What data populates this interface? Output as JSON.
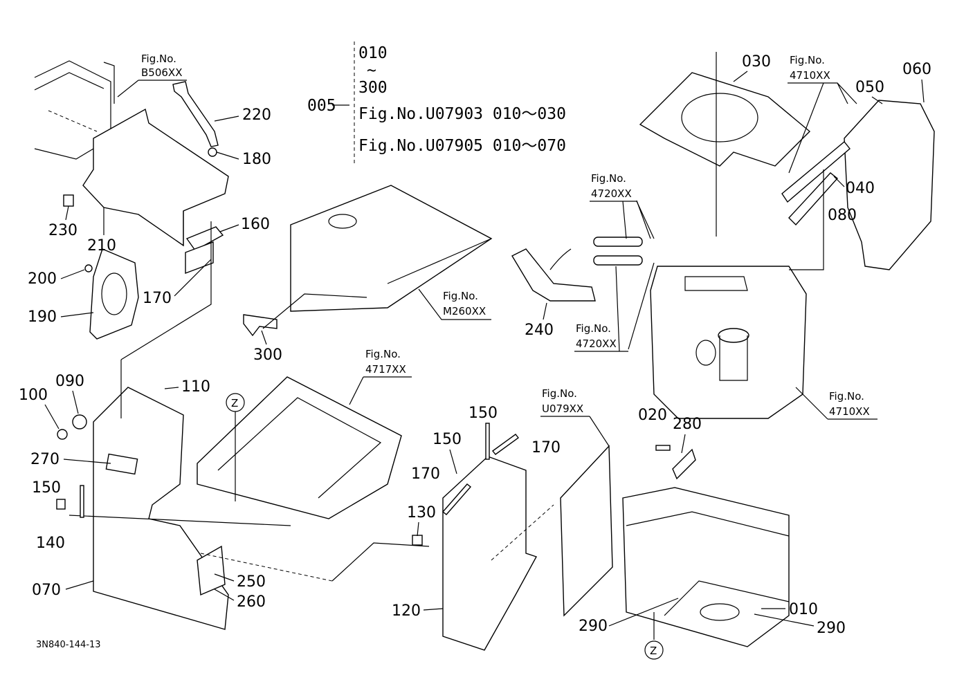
{
  "diagram": {
    "code": "3N840-144-13",
    "note": {
      "ref": "005",
      "range_from": "010",
      "range_sym": "~",
      "range_to": "300",
      "line1": "Fig.No.U07903  010～030",
      "line2": "Fig.No.U07905  010～070"
    },
    "fig_refs": [
      {
        "id": "b506",
        "line1": "Fig.No.",
        "line2": "B506XX"
      },
      {
        "id": "m260",
        "line1": "Fig.No.",
        "line2": "M260XX"
      },
      {
        "id": "4717",
        "line1": "Fig.No.",
        "line2": "4717XX"
      },
      {
        "id": "4720a",
        "line1": "Fig.No.",
        "line2": "4720XX"
      },
      {
        "id": "4720b",
        "line1": "Fig.No.",
        "line2": "4720XX"
      },
      {
        "id": "4710a",
        "line1": "Fig.No.",
        "line2": "4710XX"
      },
      {
        "id": "4710b",
        "line1": "Fig.No.",
        "line2": "4710XX"
      },
      {
        "id": "u079",
        "line1": "Fig.No.",
        "line2": "U079XX"
      }
    ],
    "parts": [
      {
        "id": "010",
        "label": "010"
      },
      {
        "id": "020",
        "label": "020"
      },
      {
        "id": "030",
        "label": "030"
      },
      {
        "id": "040",
        "label": "040"
      },
      {
        "id": "050",
        "label": "050"
      },
      {
        "id": "060",
        "label": "060"
      },
      {
        "id": "070",
        "label": "070"
      },
      {
        "id": "080",
        "label": "080"
      },
      {
        "id": "090",
        "label": "090"
      },
      {
        "id": "100",
        "label": "100"
      },
      {
        "id": "110",
        "label": "110"
      },
      {
        "id": "120",
        "label": "120"
      },
      {
        "id": "130",
        "label": "130"
      },
      {
        "id": "140",
        "label": "140"
      },
      {
        "id": "150a",
        "label": "150"
      },
      {
        "id": "150b",
        "label": "150"
      },
      {
        "id": "150c",
        "label": "150"
      },
      {
        "id": "160",
        "label": "160"
      },
      {
        "id": "170a",
        "label": "170"
      },
      {
        "id": "170b",
        "label": "170"
      },
      {
        "id": "170c",
        "label": "170"
      },
      {
        "id": "180",
        "label": "180"
      },
      {
        "id": "190",
        "label": "190"
      },
      {
        "id": "200",
        "label": "200"
      },
      {
        "id": "210",
        "label": "210"
      },
      {
        "id": "220",
        "label": "220"
      },
      {
        "id": "230",
        "label": "230"
      },
      {
        "id": "240",
        "label": "240"
      },
      {
        "id": "250",
        "label": "250"
      },
      {
        "id": "260",
        "label": "260"
      },
      {
        "id": "270",
        "label": "270"
      },
      {
        "id": "280",
        "label": "280"
      },
      {
        "id": "290a",
        "label": "290"
      },
      {
        "id": "290b",
        "label": "290"
      },
      {
        "id": "300",
        "label": "300"
      }
    ],
    "markers": [
      {
        "id": "za",
        "label": "Z"
      },
      {
        "id": "zb",
        "label": "Z"
      }
    ]
  }
}
